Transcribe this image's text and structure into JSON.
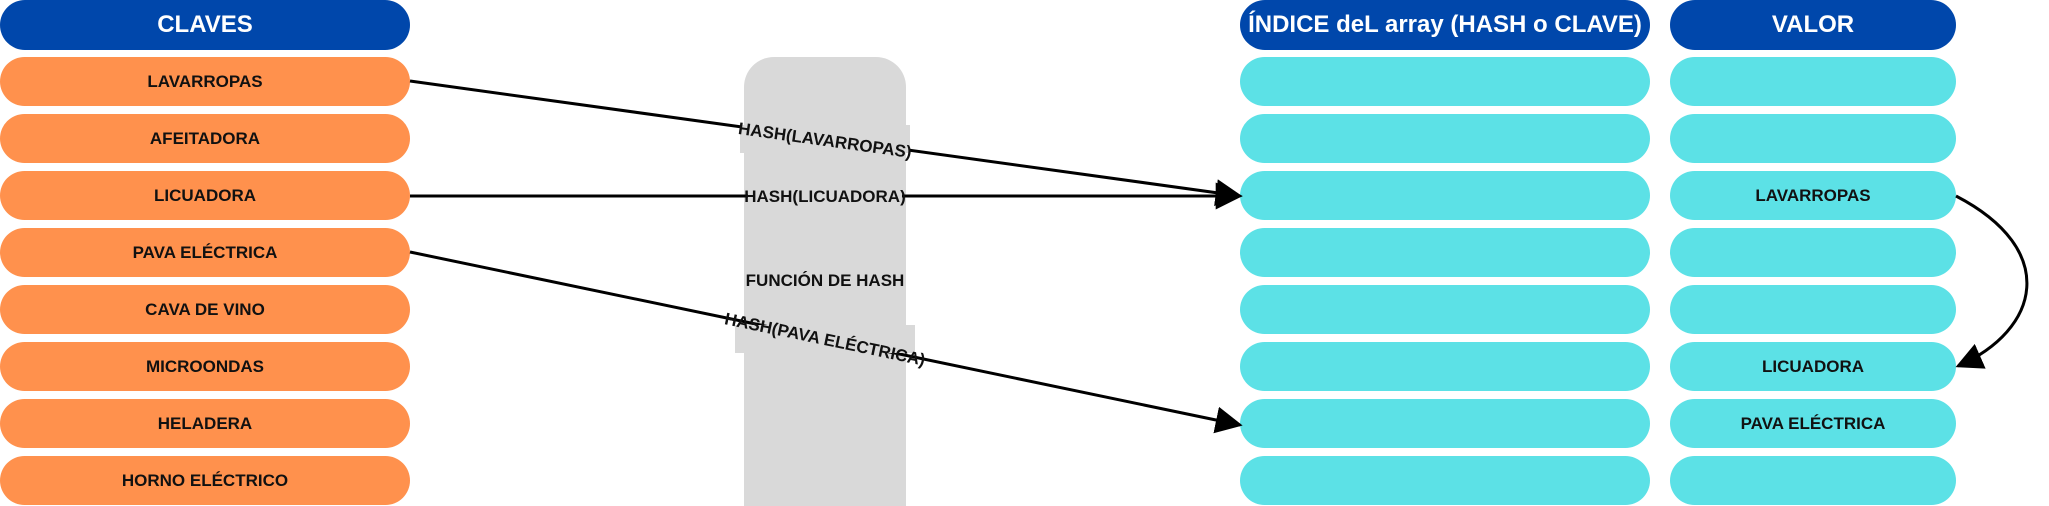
{
  "headers": {
    "claves": "CLAVES",
    "indice": "ÍNDICE deL array (HASH o CLAVE)",
    "valor": "VALOR"
  },
  "claves": [
    "LAVARROPAS",
    "AFEITADORA",
    "LICUADORA",
    "PAVA ELÉCTRICA",
    "CAVA DE VINO",
    "MICROONDAS",
    "HELADERA",
    "HORNO ELÉCTRICO"
  ],
  "indices": [
    "",
    "",
    "",
    "",
    "",
    "",
    "",
    ""
  ],
  "valores": [
    "",
    "",
    "LAVARROPAS",
    "",
    "",
    "LICUADORA",
    "PAVA ELÉCTRICA",
    ""
  ],
  "hash_function": {
    "label": "FUNCIÓN DE HASH"
  },
  "arrows": {
    "lavarropas": "HASH(LAVARROPAS)",
    "licuadora": "HASH(LICUADORA)",
    "pava": "HASH(PAVA ELÉCTRICA)"
  },
  "colors": {
    "header": "#0047ab",
    "key": "#ff914d",
    "slot": "#5ce1e6",
    "hash_box": "#d9d9d9"
  }
}
